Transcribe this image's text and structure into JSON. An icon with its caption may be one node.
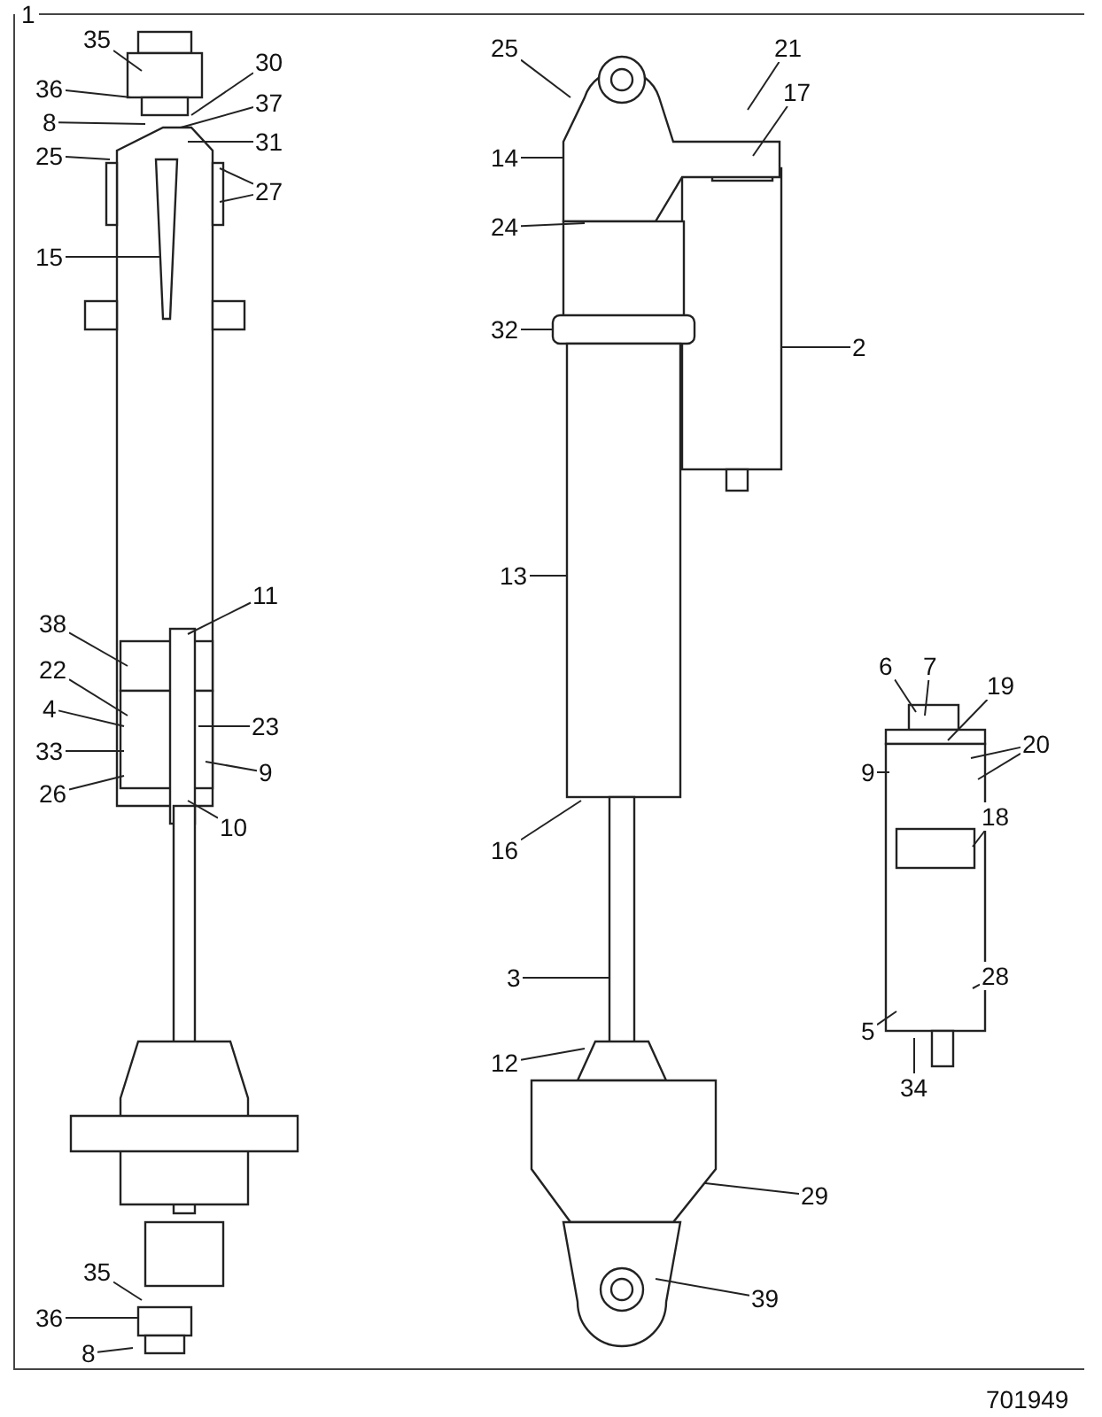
{
  "diagram": {
    "nodes": [
      {
        "text": [
          "35"
        ]
      },
      {
        "text": [
          "36"
        ]
      },
      {
        "text": [
          "30"
        ]
      },
      {
        "text": [
          "8"
        ]
      },
      {
        "text": [
          "37"
        ]
      },
      {
        "text": [
          "31"
        ]
      },
      {
        "text": [
          "25"
        ]
      },
      {
        "text": [
          "27"
        ]
      },
      {
        "text": [
          "15"
        ]
      },
      {
        "text": [
          "25"
        ]
      },
      {
        "text": [
          "21"
        ]
      },
      {
        "text": [
          "17"
        ]
      },
      {
        "text": [
          "14"
        ]
      },
      {
        "text": [
          "24"
        ]
      },
      {
        "text": [
          "32"
        ]
      },
      {
        "text": [
          "2"
        ]
      },
      {
        "text": [
          "38"
        ]
      },
      {
        "text": [
          "11"
        ]
      },
      {
        "text": [
          "22"
        ]
      },
      {
        "text": [
          "4"
        ]
      },
      {
        "text": [
          "23"
        ]
      },
      {
        "text": [
          "33"
        ]
      },
      {
        "text": [
          "9"
        ]
      },
      {
        "text": [
          "26"
        ]
      },
      {
        "text": [
          "10"
        ]
      },
      {
        "text": [
          "13"
        ]
      },
      {
        "text": [
          "6"
        ]
      },
      {
        "text": [
          "7"
        ]
      },
      {
        "text": [
          "19"
        ]
      },
      {
        "text": [
          "20"
        ]
      },
      {
        "text": [
          "9"
        ]
      },
      {
        "text": [
          "18"
        ]
      },
      {
        "text": [
          "16"
        ]
      },
      {
        "text": [
          "3"
        ]
      },
      {
        "text": [
          "28"
        ]
      },
      {
        "text": [
          "5"
        ]
      },
      {
        "text": [
          "34"
        ]
      },
      {
        "text": [
          "12"
        ]
      },
      {
        "text": [
          "29"
        ]
      },
      {
        "text": [
          "35"
        ]
      },
      {
        "text": [
          "36"
        ]
      },
      {
        "text": [
          "39"
        ]
      },
      {
        "text": [
          "8"
        ]
      }
    ],
    "edges": [
      {
        "from": 0,
        "to": null,
        "arrow": "none"
      },
      {
        "from": 1,
        "to": null,
        "arrow": "none"
      },
      {
        "from": 2,
        "to": null,
        "arrow": "none"
      },
      {
        "from": 3,
        "to": null,
        "arrow": "none"
      },
      {
        "from": 4,
        "to": null,
        "arrow": "none"
      },
      {
        "from": 5,
        "to": null,
        "arrow": "none"
      },
      {
        "from": 6,
        "to": null,
        "arrow": "none"
      },
      {
        "from": 7,
        "to": null,
        "arrow": "none"
      },
      {
        "from": 7,
        "to": null,
        "arrow": "none"
      },
      {
        "from": 8,
        "to": null,
        "arrow": "none"
      },
      {
        "from": 9,
        "to": null,
        "arrow": "none"
      },
      {
        "from": 10,
        "to": null,
        "arrow": "none"
      },
      {
        "from": 11,
        "to": null,
        "arrow": "none"
      },
      {
        "from": 12,
        "to": null,
        "arrow": "none"
      },
      {
        "from": 13,
        "to": null,
        "arrow": "none"
      },
      {
        "from": 14,
        "to": null,
        "arrow": "none"
      },
      {
        "from": 15,
        "to": null,
        "arrow": "none"
      },
      {
        "from": 16,
        "to": null,
        "arrow": "none"
      },
      {
        "from": 17,
        "to": null,
        "arrow": "none"
      },
      {
        "from": 18,
        "to": null,
        "arrow": "none"
      },
      {
        "from": 19,
        "to": null,
        "arrow": "none"
      },
      {
        "from": 20,
        "to": null,
        "arrow": "none"
      },
      {
        "from": 21,
        "to": null,
        "arrow": "none"
      },
      {
        "from": 22,
        "to": null,
        "arrow": "none"
      },
      {
        "from": 23,
        "to": null,
        "arrow": "none"
      },
      {
        "from": 24,
        "to": null,
        "arrow": "none"
      },
      {
        "from": 25,
        "to": null,
        "arrow": "none"
      },
      {
        "from": 26,
        "to": null,
        "arrow": "none"
      },
      {
        "from": 27,
        "to": null,
        "arrow": "none"
      },
      {
        "from": 28,
        "to": null,
        "arrow": "none"
      },
      {
        "from": 29,
        "to": null,
        "arrow": "none"
      },
      {
        "from": 29,
        "to": null,
        "arrow": "none"
      },
      {
        "from": 30,
        "to": null,
        "arrow": "none"
      },
      {
        "from": 31,
        "to": null,
        "arrow": "none"
      },
      {
        "from": 32,
        "to": null,
        "arrow": "none"
      },
      {
        "from": 33,
        "to": null,
        "arrow": "none"
      },
      {
        "from": 34,
        "to": null,
        "arrow": "none"
      },
      {
        "from": 35,
        "to": null,
        "arrow": "none"
      },
      {
        "from": 36,
        "to": null,
        "arrow": "none"
      },
      {
        "from": 37,
        "to": null,
        "arrow": "none"
      },
      {
        "from": 38,
        "to": null,
        "arrow": "none"
      },
      {
        "from": 39,
        "to": null,
        "arrow": "none"
      },
      {
        "from": 40,
        "to": null,
        "arrow": "none"
      },
      {
        "from": 41,
        "to": null,
        "arrow": "none"
      },
      {
        "from": 42,
        "to": null,
        "arrow": "none"
      }
    ],
    "labels": [
      "1",
      "701949"
    ]
  }
}
